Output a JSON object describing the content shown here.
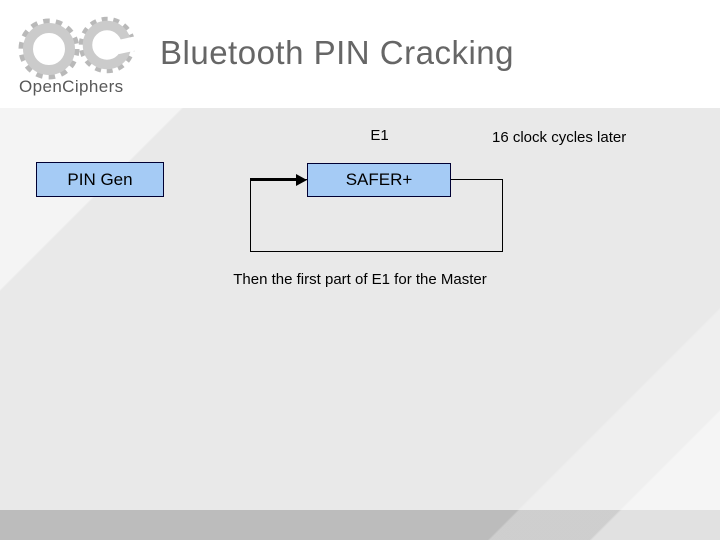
{
  "slide": {
    "logo": {
      "text": "OpenCiphers",
      "icon": "oc-gears-logo"
    },
    "title": "Bluetooth PIN Cracking",
    "diagram": {
      "e1_label": "E1",
      "clock_label": "16 clock cycles later",
      "pin_gen_label": "PIN Gen",
      "safer_label": "SAFER+",
      "caption": "Then the first part of E1 for the Master"
    },
    "colors": {
      "box_fill": "#a5cbf5",
      "box_border": "#000033",
      "connector": "#000000",
      "title_gray": "#666666",
      "content_background": "#e9e9e9",
      "footer_band": "#bcbcbc"
    }
  }
}
